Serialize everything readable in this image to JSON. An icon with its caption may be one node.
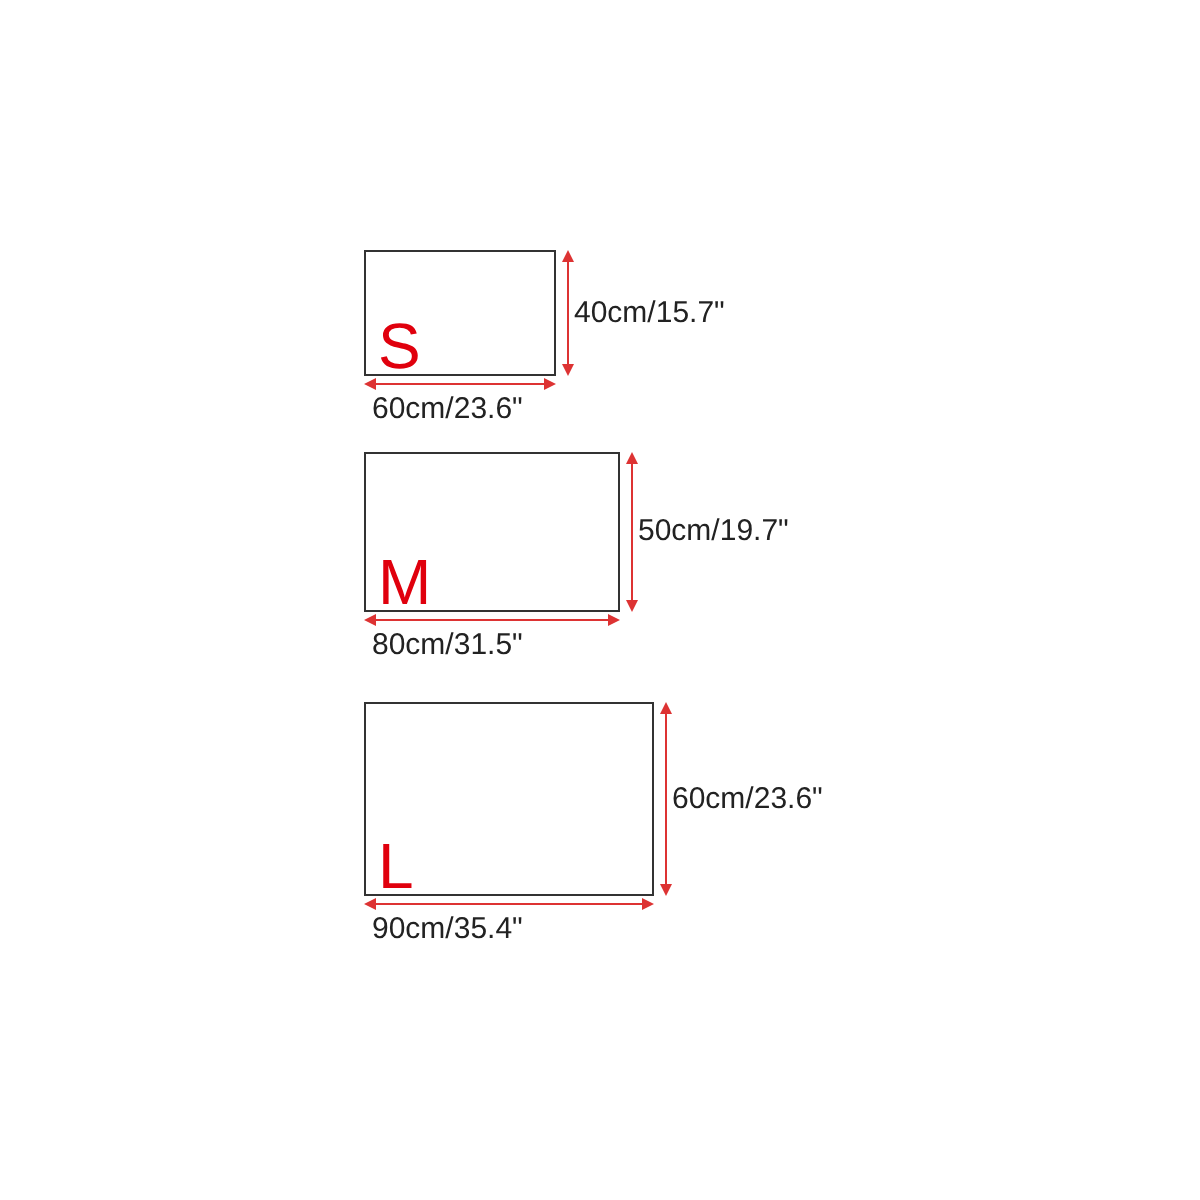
{
  "diagram": {
    "nodes": [
      {
        "text": [
          "S"
        ]
      },
      {
        "text": [
          "M"
        ]
      },
      {
        "text": [
          "L"
        ]
      }
    ],
    "labels": [
      "40cm/15.7\"",
      "60cm/23.6\"",
      "50cm/19.7\"",
      "80cm/31.5\"",
      "60cm/23.6\"",
      "90cm/35.4\""
    ]
  }
}
